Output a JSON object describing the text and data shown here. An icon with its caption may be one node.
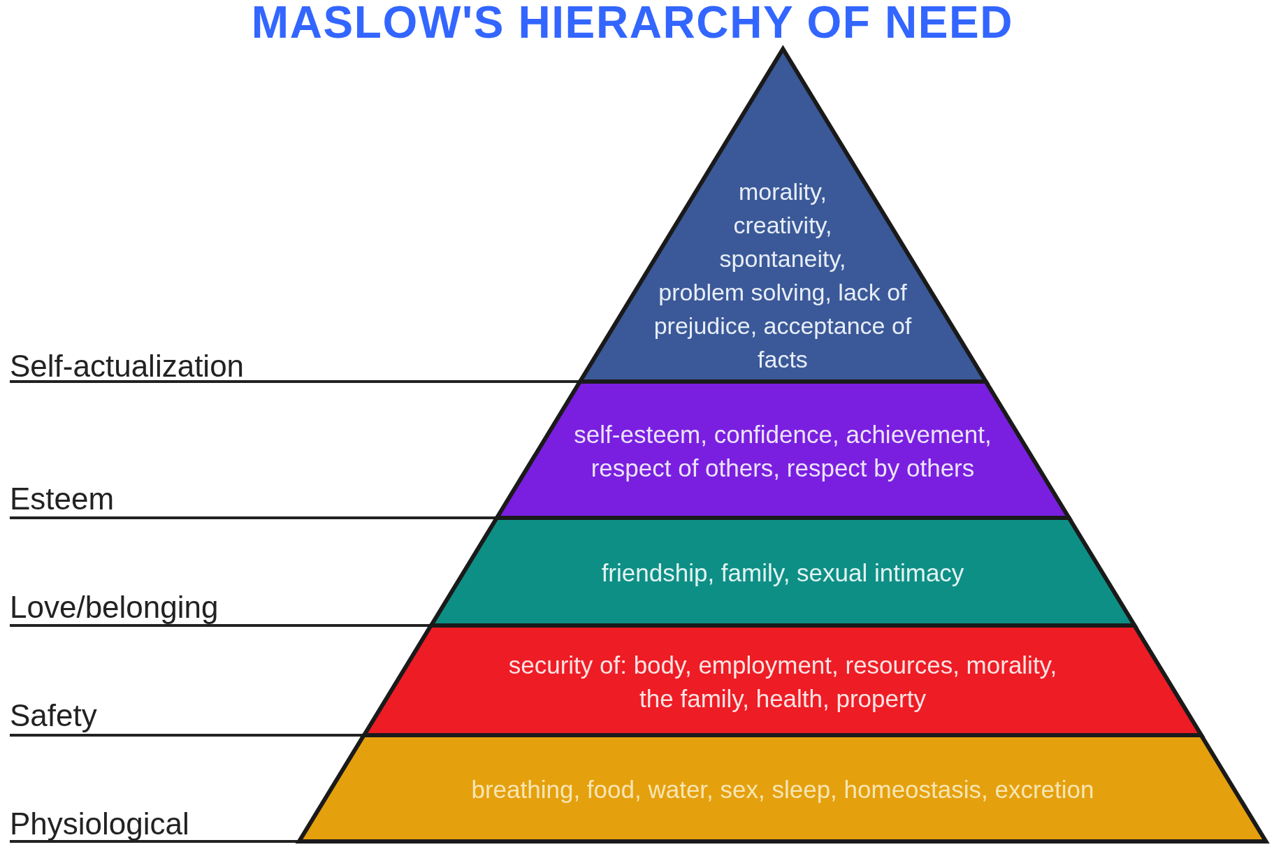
{
  "diagram": {
    "title": "MASLOW'S HIERARCHY OF NEED",
    "nodes": [
      {
        "text": [
          "morality, creativity, spontaneity, problem solving, lack of prejudice, acceptance of facts"
        ]
      },
      {
        "text": [
          "self-esteem, confidence, achievement, respect of others, respect by others"
        ]
      },
      {
        "text": [
          "friendship, family, sexual intimacy"
        ]
      },
      {
        "text": [
          "security of: body, employment, resources, morality, the family, health, property"
        ]
      },
      {
        "text": [
          "breathing, food, water, sex, sleep, homeostasis, excretion"
        ]
      },
      {
        "text": [
          "Self-actualization"
        ]
      },
      {
        "text": [
          "Esteem"
        ]
      },
      {
        "text": [
          "Love/belonging"
        ]
      },
      {
        "text": [
          "Safety"
        ]
      },
      {
        "text": [
          "Physiological"
        ]
      }
    ],
    "edges": [
      {
        "from": 5,
        "to": 0,
        "arrow": "none"
      },
      {
        "from": 6,
        "to": 1,
        "arrow": "none"
      },
      {
        "from": 7,
        "to": 2,
        "arrow": "none"
      },
      {
        "from": 8,
        "to": 3,
        "arrow": "none"
      },
      {
        "from": 9,
        "to": 4,
        "arrow": "none"
      }
    ]
  }
}
